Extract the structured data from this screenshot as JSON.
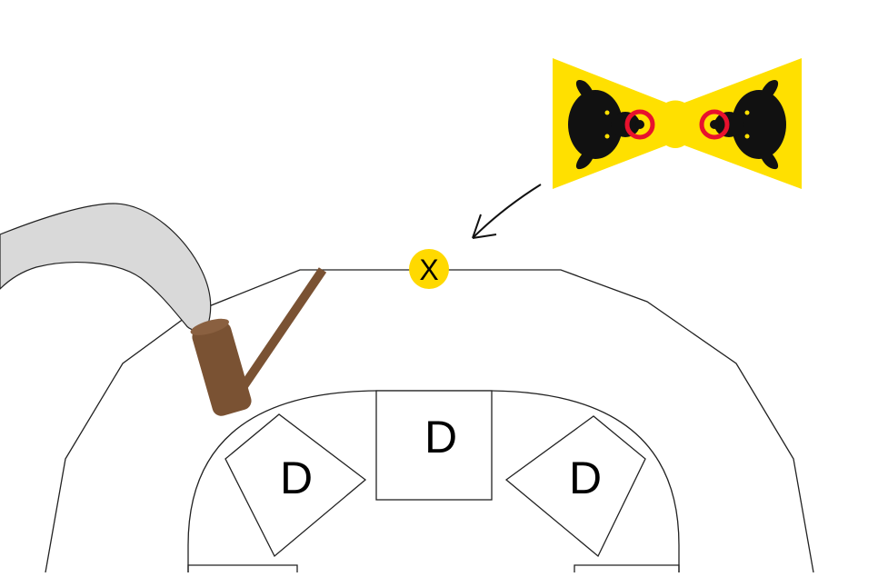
{
  "marker": {
    "label": "X",
    "color": "#ffd900"
  },
  "slots": [
    {
      "label": "D"
    },
    {
      "label": "D"
    },
    {
      "label": "D"
    }
  ],
  "flag": {
    "background": "#ffe000",
    "emblem": "bull-head-with-nose-ring",
    "emblem_color": "#111111",
    "ring_color": "#e8112d"
  },
  "tool": {
    "name": "mallet",
    "handle_color": "#7a5233",
    "head_color": "#7a5233"
  },
  "blade_color": "#d9d9d9",
  "stroke_color": "#222222"
}
